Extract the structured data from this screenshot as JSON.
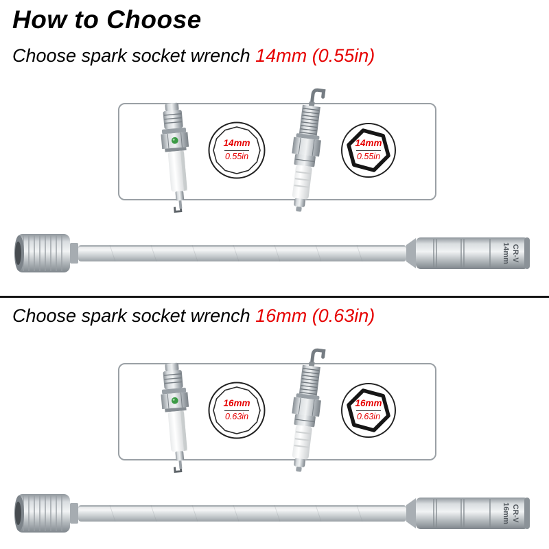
{
  "title": "How to Choose",
  "colors": {
    "accent_red": "#e60000",
    "divider": "#161616"
  },
  "sections": [
    {
      "id": "14mm",
      "subtitle_prefix": "Choose spark socket wrench ",
      "subtitle_highlight": "14mm (0.55in)",
      "callouts": [
        {
          "shape": "12-point-socket",
          "size": "14mm",
          "inches": "0.55in"
        },
        {
          "shape": "hex-socket",
          "size": "14mm",
          "inches": "0.55in"
        }
      ],
      "wrench": {
        "size": "14mm",
        "material": "CR-V"
      }
    },
    {
      "id": "16mm",
      "subtitle_prefix": "Choose spark socket wrench ",
      "subtitle_highlight": "16mm (0.63in)",
      "callouts": [
        {
          "shape": "12-point-socket",
          "size": "16mm",
          "inches": "0.63in"
        },
        {
          "shape": "hex-socket",
          "size": "16mm",
          "inches": "0.63in"
        }
      ],
      "wrench": {
        "size": "16mm",
        "material": "CR-V"
      }
    }
  ]
}
